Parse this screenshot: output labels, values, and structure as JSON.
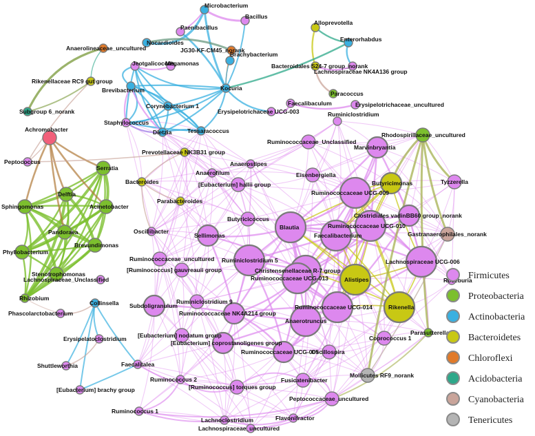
{
  "legend": [
    {
      "name": "Firmicutes",
      "color": "#dd88ee"
    },
    {
      "name": "Proteobacteria",
      "color": "#7cbf2e"
    },
    {
      "name": "Actinobacteria",
      "color": "#3ab0e0"
    },
    {
      "name": "Bacteroidetes",
      "color": "#c8c814"
    },
    {
      "name": "Chloroflexi",
      "color": "#e07a2a"
    },
    {
      "name": "Acidobacteria",
      "color": "#2ea88a"
    },
    {
      "name": "Cyanobacteria",
      "color": "#c9a49a"
    },
    {
      "name": "Tenericutes",
      "color": "#b4b4b4"
    }
  ],
  "nodes": [
    {
      "id": "Microbacterium",
      "phylum": "Actinobacteria",
      "size": "s"
    },
    {
      "id": "Bacillus",
      "phylum": "Firmicutes",
      "size": "s"
    },
    {
      "id": "Paenibacillus",
      "phylum": "Firmicutes",
      "size": "s"
    },
    {
      "id": "Nocardioides",
      "phylum": "Actinobacteria",
      "size": "s"
    },
    {
      "id": "JG30-KF-CM45_norank",
      "phylum": "Chloroflexi",
      "size": "s"
    },
    {
      "id": "Brachybacterium",
      "phylum": "Actinobacteria",
      "size": "s"
    },
    {
      "id": "Alloprevotella",
      "phylum": "Bacteroidetes",
      "size": "s"
    },
    {
      "id": "Enterorhabdus",
      "phylum": "Actinobacteria",
      "size": "s"
    },
    {
      "id": "Bacteroidales S24-7 group_norank",
      "phylum": "Bacteroidetes",
      "size": "s"
    },
    {
      "id": "Lachnospiraceae NK4A136 group",
      "phylum": "Firmicutes",
      "size": "s"
    },
    {
      "id": "Anaerolineaceae_uncultured",
      "phylum": "Chloroflexi",
      "size": "s"
    },
    {
      "id": "Jeotgalicoccus",
      "phylum": "Firmicutes",
      "size": "s"
    },
    {
      "id": "Megamonas",
      "phylum": "Firmicutes",
      "size": "s"
    },
    {
      "id": "Rikenellaceae RC9 gut group",
      "phylum": "Bacteroidetes",
      "size": "s"
    },
    {
      "id": "Brevibacterium",
      "phylum": "Actinobacteria",
      "size": "s"
    },
    {
      "id": "Kocuria",
      "phylum": "Actinobacteria",
      "size": "s"
    },
    {
      "id": "Paracoccus",
      "phylum": "Proteobacteria",
      "size": "s"
    },
    {
      "id": "Corynebacterium 1",
      "phylum": "Actinobacteria",
      "size": "s"
    },
    {
      "id": "Faecalibaculum",
      "phylum": "Firmicutes",
      "size": "s"
    },
    {
      "id": "Erysipelotrichaceae_uncultured",
      "phylum": "Firmicutes",
      "size": "s"
    },
    {
      "id": "Subgroup 6_norank",
      "phylum": "Acidobacteria",
      "size": "s"
    },
    {
      "id": "Erysipelotrichaceae UCG-003",
      "phylum": "Firmicutes",
      "size": "s"
    },
    {
      "id": "Staphylococcus",
      "phylum": "Firmicutes",
      "size": "s"
    },
    {
      "id": "Dietzia",
      "phylum": "Actinobacteria",
      "size": "s"
    },
    {
      "id": "Tessaracoccus",
      "phylum": "Actinobacteria",
      "size": "s"
    },
    {
      "id": "Ruminiclostridium",
      "phylum": "Firmicutes",
      "size": "s"
    },
    {
      "id": "Rhodospirillaceae_uncultured",
      "phylum": "Proteobacteria",
      "size": "m"
    },
    {
      "id": "Achromobacter",
      "phylum": "Proteobacteria",
      "size": "m",
      "color": "#f25f7a"
    },
    {
      "id": "Prevotellaceae NK3B31 group",
      "phylum": "Bacteroidetes",
      "size": "s"
    },
    {
      "id": "Ruminococcaceae_Unclassified",
      "phylum": "Firmicutes",
      "size": "m"
    },
    {
      "id": "Marvinbryantia",
      "phylum": "Firmicutes",
      "size": "l"
    },
    {
      "id": "Peptococcus",
      "phylum": "Firmicutes",
      "size": "s"
    },
    {
      "id": "Anaerostipes",
      "phylum": "Firmicutes",
      "size": "s"
    },
    {
      "id": "Serratia",
      "phylum": "Proteobacteria",
      "size": "m"
    },
    {
      "id": "Anaerofilum",
      "phylum": "Firmicutes",
      "size": "s"
    },
    {
      "id": "Eisenbergiella",
      "phylum": "Firmicutes",
      "size": "m"
    },
    {
      "id": "Delftia",
      "phylum": "Proteobacteria",
      "size": "m"
    },
    {
      "id": "Bacteroides",
      "phylum": "Bacteroidetes",
      "size": "s"
    },
    {
      "id": "[Eubacterium] hallii group",
      "phylum": "Firmicutes",
      "size": "m"
    },
    {
      "id": "Butyricimonas",
      "phylum": "Bacteroidetes",
      "size": "l"
    },
    {
      "id": "Tyzzerella",
      "phylum": "Firmicutes",
      "size": "m"
    },
    {
      "id": "Ruminococcaceae UCG-009",
      "phylum": "Firmicutes",
      "size": "xl"
    },
    {
      "id": "Sphingomonas",
      "phylum": "Proteobacteria",
      "size": "m"
    },
    {
      "id": "Acinetobacter",
      "phylum": "Proteobacteria",
      "size": "m"
    },
    {
      "id": "Parabacteroides",
      "phylum": "Bacteroidetes",
      "size": "s"
    },
    {
      "id": "Clostridiales vadinBB60 group_norank",
      "phylum": "Firmicutes",
      "size": "l"
    },
    {
      "id": "Butyricicoccus",
      "phylum": "Firmicutes",
      "size": "m"
    },
    {
      "id": "Ruminococcaceae UCG-010",
      "phylum": "Firmicutes",
      "size": "xl"
    },
    {
      "id": "Blautia",
      "phylum": "Firmicutes",
      "size": "xl"
    },
    {
      "id": "Pandoraea",
      "phylum": "Proteobacteria",
      "size": "m"
    },
    {
      "id": "Oscillibacter",
      "phylum": "Firmicutes",
      "size": "s"
    },
    {
      "id": "Sellimonas",
      "phylum": "Firmicutes",
      "size": "l"
    },
    {
      "id": "Faecalibacterium",
      "phylum": "Firmicutes",
      "size": "xl"
    },
    {
      "id": "Gastranaerophilales_norank",
      "phylum": "Cyanobacteria",
      "size": "m"
    },
    {
      "id": "Brevundimonas",
      "phylum": "Proteobacteria",
      "size": "m"
    },
    {
      "id": "Phyllobacterium",
      "phylum": "Proteobacteria",
      "size": "m"
    },
    {
      "id": "Ruminococcaceae_uncultured",
      "phylum": "Firmicutes",
      "size": "m"
    },
    {
      "id": "Ruminiclostridium 5",
      "phylum": "Firmicutes",
      "size": "xl"
    },
    {
      "id": "Lachnospiraceae UCG-006",
      "phylum": "Firmicutes",
      "size": "xl"
    },
    {
      "id": "[Ruminococcus] gauvreauii group",
      "phylum": "Firmicutes",
      "size": "m"
    },
    {
      "id": "Christensenellaceae R-7 group",
      "phylum": "Firmicutes",
      "size": "xl"
    },
    {
      "id": "Stenotrophomonas",
      "phylum": "Proteobacteria",
      "size": "m"
    },
    {
      "id": "Lachnospiraceae_Unclassified",
      "phylum": "Firmicutes",
      "size": "s"
    },
    {
      "id": "Ruminococcaceae UCG-013",
      "phylum": "Firmicutes",
      "size": "xl"
    },
    {
      "id": "Alistipes",
      "phylum": "Bacteroidetes",
      "size": "xl"
    },
    {
      "id": "Roseburia",
      "phylum": "Firmicutes",
      "size": "s"
    },
    {
      "id": "Rhizobium",
      "phylum": "Proteobacteria",
      "size": "s"
    },
    {
      "id": "Collinsella",
      "phylum": "Actinobacteria",
      "size": "s"
    },
    {
      "id": "Ruminiclostridium 9",
      "phylum": "Firmicutes",
      "size": "m"
    },
    {
      "id": "Subdoligranulum",
      "phylum": "Firmicutes",
      "size": "l"
    },
    {
      "id": "Ruminococcaceae NK4A214 group",
      "phylum": "Firmicutes",
      "size": "l"
    },
    {
      "id": "Ruminococcaceae UCG-014",
      "phylum": "Firmicutes",
      "size": "xl"
    },
    {
      "id": "Rikenella",
      "phylum": "Bacteroidetes",
      "size": "xl"
    },
    {
      "id": "Anaerotruncus",
      "phylum": "Firmicutes",
      "size": "xl"
    },
    {
      "id": "Phascolarctobacterium",
      "phylum": "Firmicutes",
      "size": "s"
    },
    {
      "id": "Coprococcus 1",
      "phylum": "Firmicutes",
      "size": "m"
    },
    {
      "id": "Parasutterella",
      "phylum": "Proteobacteria",
      "size": "s"
    },
    {
      "id": "Erysipelatoclostridium",
      "phylum": "Firmicutes",
      "size": "s"
    },
    {
      "id": "[Eubacterium] nodatum group",
      "phylum": "Firmicutes",
      "size": "m"
    },
    {
      "id": "[Eubacterium] coprostanoligenes group",
      "phylum": "Firmicutes",
      "size": "l"
    },
    {
      "id": "Ruminococcaceae UCG-005",
      "phylum": "Firmicutes",
      "size": "l"
    },
    {
      "id": "Oscillospira",
      "phylum": "Firmicutes",
      "size": "m"
    },
    {
      "id": "Shuttleworthia",
      "phylum": "Firmicutes",
      "size": "s"
    },
    {
      "id": "Faecalitalea",
      "phylum": "Firmicutes",
      "size": "s"
    },
    {
      "id": "Fusicatenibacter",
      "phylum": "Firmicutes",
      "size": "m"
    },
    {
      "id": "Mollicutes RF9_norank",
      "phylum": "Tenericutes",
      "size": "m"
    },
    {
      "id": "Ruminococcus 2",
      "phylum": "Firmicutes",
      "size": "s"
    },
    {
      "id": "[Ruminococcus] torques group",
      "phylum": "Firmicutes",
      "size": "m"
    },
    {
      "id": "[Eubacterium] brachy group",
      "phylum": "Firmicutes",
      "size": "s"
    },
    {
      "id": "Peptococcaceae_uncultured",
      "phylum": "Firmicutes",
      "size": "m"
    },
    {
      "id": "Ruminococcus 1",
      "phylum": "Firmicutes",
      "size": "s"
    },
    {
      "id": "Lachnoclostridium",
      "phylum": "Firmicutes",
      "size": "s"
    },
    {
      "id": "Flavonifractor",
      "phylum": "Firmicutes",
      "size": "s"
    },
    {
      "id": "Lachnospiraceae_uncultured",
      "phylum": "Firmicutes",
      "size": "s"
    }
  ]
}
